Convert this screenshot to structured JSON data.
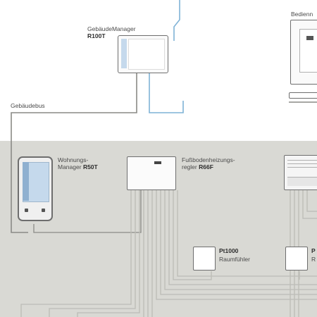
{
  "colors": {
    "background_top": "#ffffff",
    "background_bottom": "#d9d9d4",
    "wire_grey": "#8a8a86",
    "wire_light": "#bcbcb6",
    "wire_blue": "#7fb2d6",
    "device_frame": "#6e6e6e",
    "device_fill": "#f4f4f4",
    "screen_blue": "#c5d9ec"
  },
  "labels": {
    "gebaeudemanager_line1": "GebäudeManager",
    "gebaeudemanager_model": "R100T",
    "bedien_cut": "Bedienn",
    "gebaeudebus": "Gebäudebus",
    "wohnungs_line1": "Wohnungs-",
    "wohnungs_line2": "Manager",
    "wohnungs_model": "R50T",
    "fussboden_line1": "Fußbodenheizungs-",
    "fussboden_line2": "regler",
    "fussboden_model": "R66F",
    "pt1000_model": "Pt1000",
    "raumfuehler": "Raumfühler",
    "pt_cut": "P",
    "ra_cut": "R"
  }
}
